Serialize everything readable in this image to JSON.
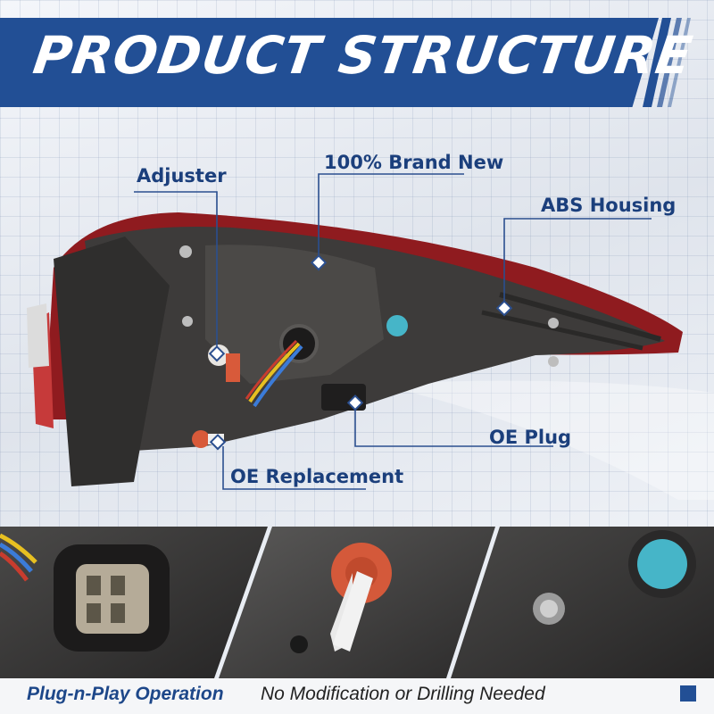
{
  "title": "PRODUCT STRUCTURE",
  "callouts": {
    "adjuster": "Adjuster",
    "brand_new": "100% Brand New",
    "abs_housing": "ABS Housing",
    "oe_plug": "OE Plug",
    "oe_replacement": "OE Replacement"
  },
  "footer": {
    "lead": "Plug-n-Play Operation",
    "rest": "No Modification or Drilling Needed"
  },
  "colors": {
    "brand_blue": "#224f95",
    "callout_text": "#1b3f7c",
    "lens_red": "#8f1b1f",
    "housing_gray": "#3d3b3a"
  }
}
